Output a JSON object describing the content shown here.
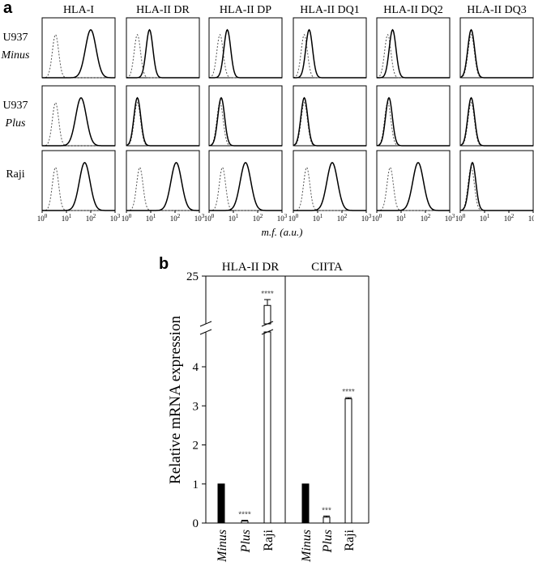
{
  "panel_a": {
    "label": "a",
    "columns": [
      "HLA-I",
      "HLA-II DR",
      "HLA-II DP",
      "HLA-II DQ1",
      "HLA-II DQ2",
      "HLA-II DQ3"
    ],
    "rows": [
      {
        "line1": "U937",
        "line2": "Minus"
      },
      {
        "line1": "U937",
        "line2": "Plus"
      },
      {
        "line1": "Raji",
        "line2": ""
      }
    ],
    "x_ticks": [
      {
        "base": "10",
        "exp": "0"
      },
      {
        "base": "10",
        "exp": "1"
      },
      {
        "base": "10",
        "exp": "2"
      },
      {
        "base": "10",
        "exp": "3"
      }
    ],
    "x_axis_title": "m.f. (a.u.)"
  },
  "panel_b": {
    "label": "b",
    "groups": [
      "HLA-II DR",
      "CIITA"
    ],
    "ylabel": "Relative mRNA expression",
    "y_ticks_lower": [
      "0",
      "1",
      "2",
      "3",
      "4"
    ],
    "y_tick_upper": "25",
    "categories": [
      "Minus",
      "Plus",
      "Raji"
    ]
  },
  "chart_data": [
    {
      "type": "heatmap",
      "title": "",
      "description_kind": "flow cytometry histogram grid",
      "x_scale": "log",
      "xlim": [
        1,
        1000
      ],
      "x_ticks": [
        "10^0",
        "10^1",
        "10^2",
        "10^3"
      ],
      "xlabel": "m.f. (a.u.)",
      "columns": [
        "HLA-I",
        "HLA-II DR",
        "HLA-II DP",
        "HLA-II DQ1",
        "HLA-II DQ2",
        "HLA-II DQ3"
      ],
      "rows": [
        "U937 Minus",
        "U937 Plus",
        "Raji"
      ],
      "peaks_log10": {
        "control": [
          [
            0.55,
            0.45,
            0.45,
            0.45,
            0.45,
            0.45
          ],
          [
            0.55,
            0.45,
            0.45,
            0.45,
            0.45,
            0.45
          ],
          [
            0.55,
            0.55,
            0.55,
            0.55,
            0.55,
            0.45
          ]
        ],
        "stain": [
          [
            2.0,
            0.95,
            0.75,
            0.65,
            0.65,
            0.45
          ],
          [
            1.6,
            0.45,
            0.5,
            0.45,
            0.5,
            0.45
          ],
          [
            1.75,
            2.05,
            1.5,
            1.6,
            1.7,
            0.5
          ]
        ]
      }
    },
    {
      "type": "bar",
      "title": "",
      "xlabel": "",
      "ylabel": "Relative mRNA expression",
      "y_axis_break": [
        4.7,
        21
      ],
      "ylim": [
        0,
        25
      ],
      "categories": [
        "Minus",
        "Plus",
        "Raji"
      ],
      "series": [
        {
          "name": "HLA-II DR",
          "values": [
            1.0,
            0.05,
            22.5
          ],
          "errors": [
            0,
            0.02,
            0.5
          ],
          "significance": [
            "",
            "****",
            "****"
          ]
        },
        {
          "name": "CIITA",
          "values": [
            1.0,
            0.15,
            3.18
          ],
          "errors": [
            0,
            0.03,
            0.03
          ],
          "significance": [
            "",
            "***",
            "****"
          ]
        }
      ],
      "bar_fills": [
        "#000000",
        "#ffffff",
        "#ffffff"
      ]
    }
  ]
}
